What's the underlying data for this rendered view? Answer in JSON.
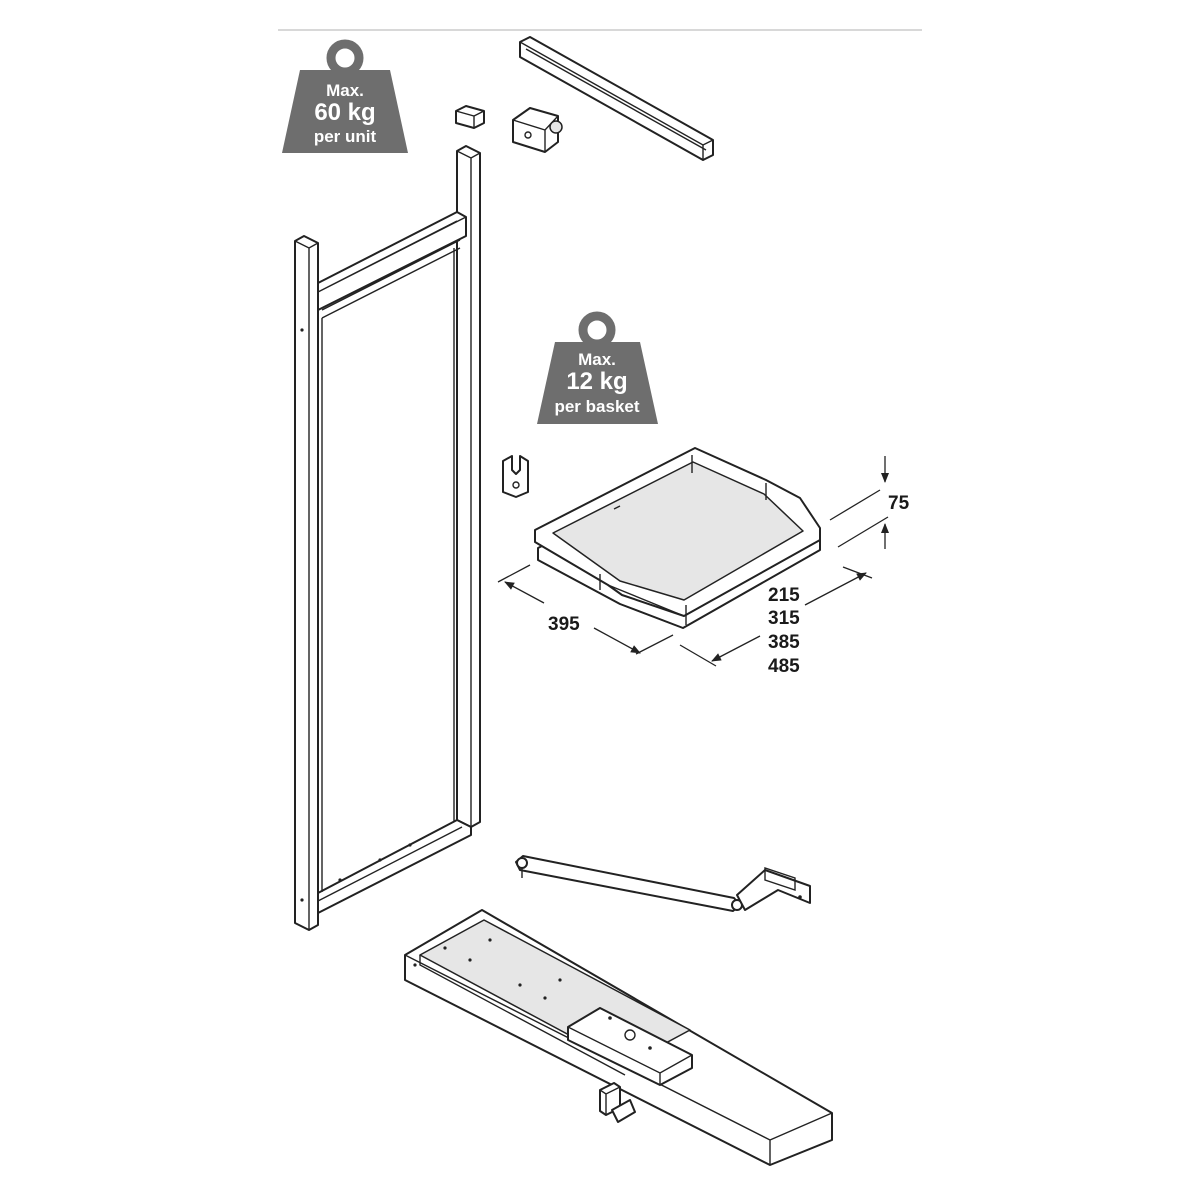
{
  "weight_badges": {
    "unit": {
      "line1": "Max.",
      "line2": "60 kg",
      "line3": "per unit"
    },
    "basket": {
      "line1": "Max.",
      "line2": "12 kg",
      "line3": "per basket"
    }
  },
  "dimensions": {
    "height": "75",
    "depth": "395",
    "widths": [
      "215",
      "315",
      "385",
      "485"
    ]
  },
  "colors": {
    "badge_fill": "#6e6e6e",
    "line": "#222222",
    "divider": "#cccccc"
  }
}
